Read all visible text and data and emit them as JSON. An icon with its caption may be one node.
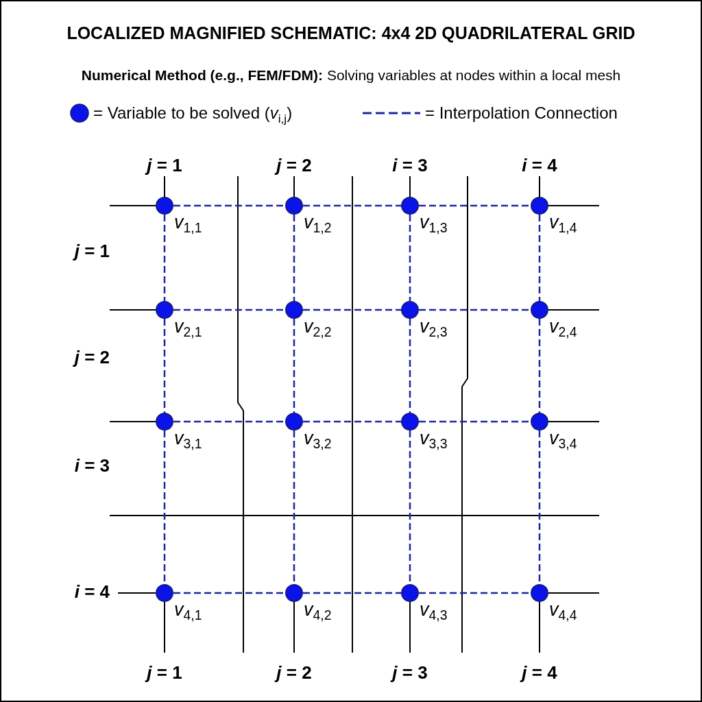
{
  "diagram": {
    "title": "LOCALIZED MAGNIFIED SCHEMATIC: 4x4 2D QUADRILATERAL GRID",
    "nodes": [
      {
        "text": [],
        "shape": "circle",
        "beside": [
          "*v*$_{1,1}$"
        ]
      },
      {
        "text": [],
        "shape": "circle",
        "beside": [
          "*v*$_{1,2}$"
        ]
      },
      {
        "text": [],
        "shape": "circle",
        "beside": [
          "*v*$_{1,3}$"
        ]
      },
      {
        "text": [],
        "shape": "circle",
        "beside": [
          "*v*$_{1,4}$"
        ]
      },
      {
        "text": [],
        "shape": "circle",
        "beside": [
          "*v*$_{2,1}$"
        ]
      },
      {
        "text": [],
        "shape": "circle",
        "beside": [
          "*v*$_{2,2}$"
        ]
      },
      {
        "text": [],
        "shape": "circle",
        "beside": [
          "*v*$_{2,3}$"
        ]
      },
      {
        "text": [],
        "shape": "circle",
        "beside": [
          "*v*$_{2,4}$"
        ]
      },
      {
        "text": [],
        "shape": "circle",
        "beside": [
          "*v*$_{3,1}$"
        ]
      },
      {
        "text": [],
        "shape": "circle",
        "beside": [
          "*v*$_{3,2}$"
        ]
      },
      {
        "text": [],
        "shape": "circle",
        "beside": [
          "*v*$_{3,3}$"
        ]
      },
      {
        "text": [],
        "shape": "circle",
        "beside": [
          "*v*$_{3,4}$"
        ]
      },
      {
        "text": [],
        "shape": "circle",
        "beside": [
          "*v*$_{4,1}$"
        ]
      },
      {
        "text": [],
        "shape": "circle",
        "beside": [
          "*v*$_{4,2}$"
        ]
      },
      {
        "text": [],
        "shape": "circle",
        "beside": [
          "*v*$_{4,3}$"
        ]
      },
      {
        "text": [],
        "shape": "circle",
        "beside": [
          "*v*$_{4,4}$"
        ]
      }
    ],
    "edges": [
      {
        "from": 0,
        "to": 1,
        "arrow": "none",
        "style": "dashed"
      },
      {
        "from": 1,
        "to": 2,
        "arrow": "none",
        "style": "dashed"
      },
      {
        "from": 2,
        "to": 3,
        "arrow": "none",
        "style": "dashed"
      },
      {
        "from": 0,
        "to": 4,
        "arrow": "none",
        "style": "dashed"
      },
      {
        "from": 1,
        "to": 5,
        "arrow": "none",
        "style": "dashed"
      },
      {
        "from": 2,
        "to": 6,
        "arrow": "none",
        "style": "dashed"
      },
      {
        "from": 3,
        "to": 7,
        "arrow": "none",
        "style": "dashed"
      },
      {
        "from": 4,
        "to": 5,
        "arrow": "none",
        "style": "dashed"
      },
      {
        "from": 5,
        "to": 6,
        "arrow": "none",
        "style": "dashed"
      },
      {
        "from": 6,
        "to": 7,
        "arrow": "none",
        "style": "dashed"
      },
      {
        "from": 4,
        "to": 8,
        "arrow": "none",
        "style": "dashed"
      },
      {
        "from": 5,
        "to": 9,
        "arrow": "none",
        "style": "dashed"
      },
      {
        "from": 6,
        "to": 10,
        "arrow": "none",
        "style": "dashed"
      },
      {
        "from": 7,
        "to": 11,
        "arrow": "none",
        "style": "dashed"
      },
      {
        "from": 8,
        "to": 9,
        "arrow": "none",
        "style": "dashed"
      },
      {
        "from": 9,
        "to": 10,
        "arrow": "none",
        "style": "dashed"
      },
      {
        "from": 10,
        "to": 11,
        "arrow": "none",
        "style": "dashed"
      },
      {
        "from": 8,
        "to": 12,
        "arrow": "none",
        "style": "dashed"
      },
      {
        "from": 9,
        "to": 13,
        "arrow": "none",
        "style": "dashed"
      },
      {
        "from": 10,
        "to": 14,
        "arrow": "none",
        "style": "dashed"
      },
      {
        "from": 11,
        "to": 15,
        "arrow": "none",
        "style": "dashed"
      },
      {
        "from": 12,
        "to": 13,
        "arrow": "none",
        "style": "dashed"
      },
      {
        "from": 13,
        "to": 14,
        "arrow": "none",
        "style": "dashed"
      },
      {
        "from": 14,
        "to": 15,
        "arrow": "none",
        "style": "dashed"
      }
    ],
    "labels": [
      "**Numerical Method (e.g., FEM/FDM):** Solving variables at nodes within a local mesh",
      "*j* = 1",
      "*j* = 2",
      "*i* = 3",
      "*i* = 4",
      "*j* = 1",
      "*j* = 2",
      "*i* = 3",
      "*i* = 4",
      "*j* = 1",
      "*j* = 2",
      "*j* = 3",
      "*j* = 4"
    ],
    "legend": [
      {
        "text": "= Variable to be solved (*v*$_{i,j}$)"
      },
      {
        "text": "= Interpolation Connection"
      }
    ]
  }
}
